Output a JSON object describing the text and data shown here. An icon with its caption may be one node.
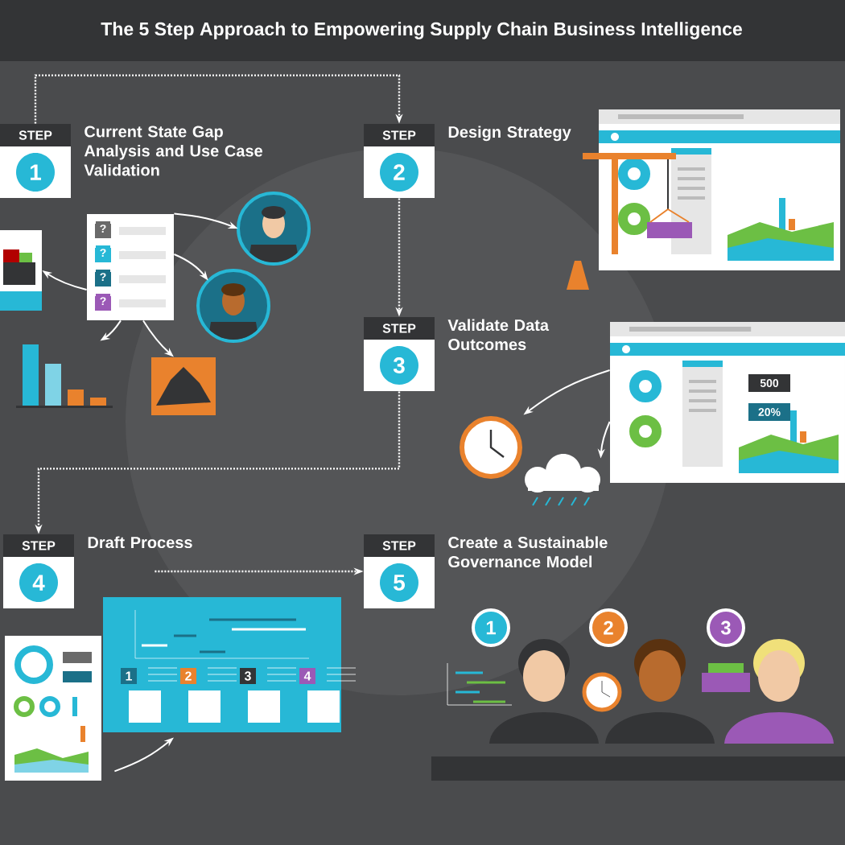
{
  "diagram": {
    "title": "The 5 Step Approach to Empowering Supply Chain Business Intelligence",
    "nodes": [
      {
        "text": [
          "STEP",
          "1"
        ],
        "beside": [
          "Current State Gap Analysis and Use Case Validation"
        ]
      },
      {
        "text": [
          "STEP",
          "2"
        ],
        "beside": [
          "Design Strategy"
        ]
      },
      {
        "text": [
          "STEP",
          "3"
        ],
        "beside": [
          "Validate Data Outcomes"
        ]
      },
      {
        "text": [
          "STEP",
          "4"
        ],
        "beside": [
          "Draft Process"
        ]
      },
      {
        "text": [
          "STEP",
          "5"
        ],
        "beside": [
          "Create a Sustainable Governance Model"
        ]
      },
      {
        "text": [],
        "shape": "picture"
      },
      {
        "text": [],
        "shape": "picture"
      },
      {
        "text": [],
        "shape": "person"
      },
      {
        "text": [],
        "shape": "person"
      },
      {
        "text": [],
        "shape": "bar"
      },
      {
        "text": [],
        "shape": "picture"
      },
      {
        "text": [],
        "shape": "picture"
      },
      {
        "text": [],
        "shape": "picture"
      },
      {
        "text": [],
        "shape": "cloud"
      },
      {
        "text": [],
        "shape": "picture"
      },
      {
        "text": [],
        "shape": "picture"
      }
    ],
    "edges": [
      {
        "from": 0,
        "to": 1,
        "arrow": "to",
        "style": "dashed"
      },
      {
        "from": 1,
        "to": 2,
        "arrow": "to",
        "style": "dashed"
      },
      {
        "from": 2,
        "to": 3,
        "arrow": "to",
        "style": "dashed"
      },
      {
        "from": 3,
        "to": 4,
        "arrow": "to",
        "style": "dashed"
      },
      {
        "from": 6,
        "to": 7,
        "arrow": "to"
      },
      {
        "from": 6,
        "to": 8,
        "arrow": "to"
      },
      {
        "from": 6,
        "to": 5,
        "arrow": "to"
      },
      {
        "from": 6,
        "to": 9,
        "arrow": "to"
      },
      {
        "from": 6,
        "to": 10,
        "arrow": "to"
      },
      {
        "from": 11,
        "to": 12,
        "arrow": "to"
      },
      {
        "from": 11,
        "to": 13,
        "arrow": "to"
      },
      {
        "from": 14,
        "to": 15,
        "arrow": "to"
      }
    ],
    "labels": [
      "?",
      "?",
      "?",
      "?",
      "500",
      "20%",
      "1",
      "2",
      "3",
      "1",
      "2",
      "3",
      "4"
    ]
  }
}
